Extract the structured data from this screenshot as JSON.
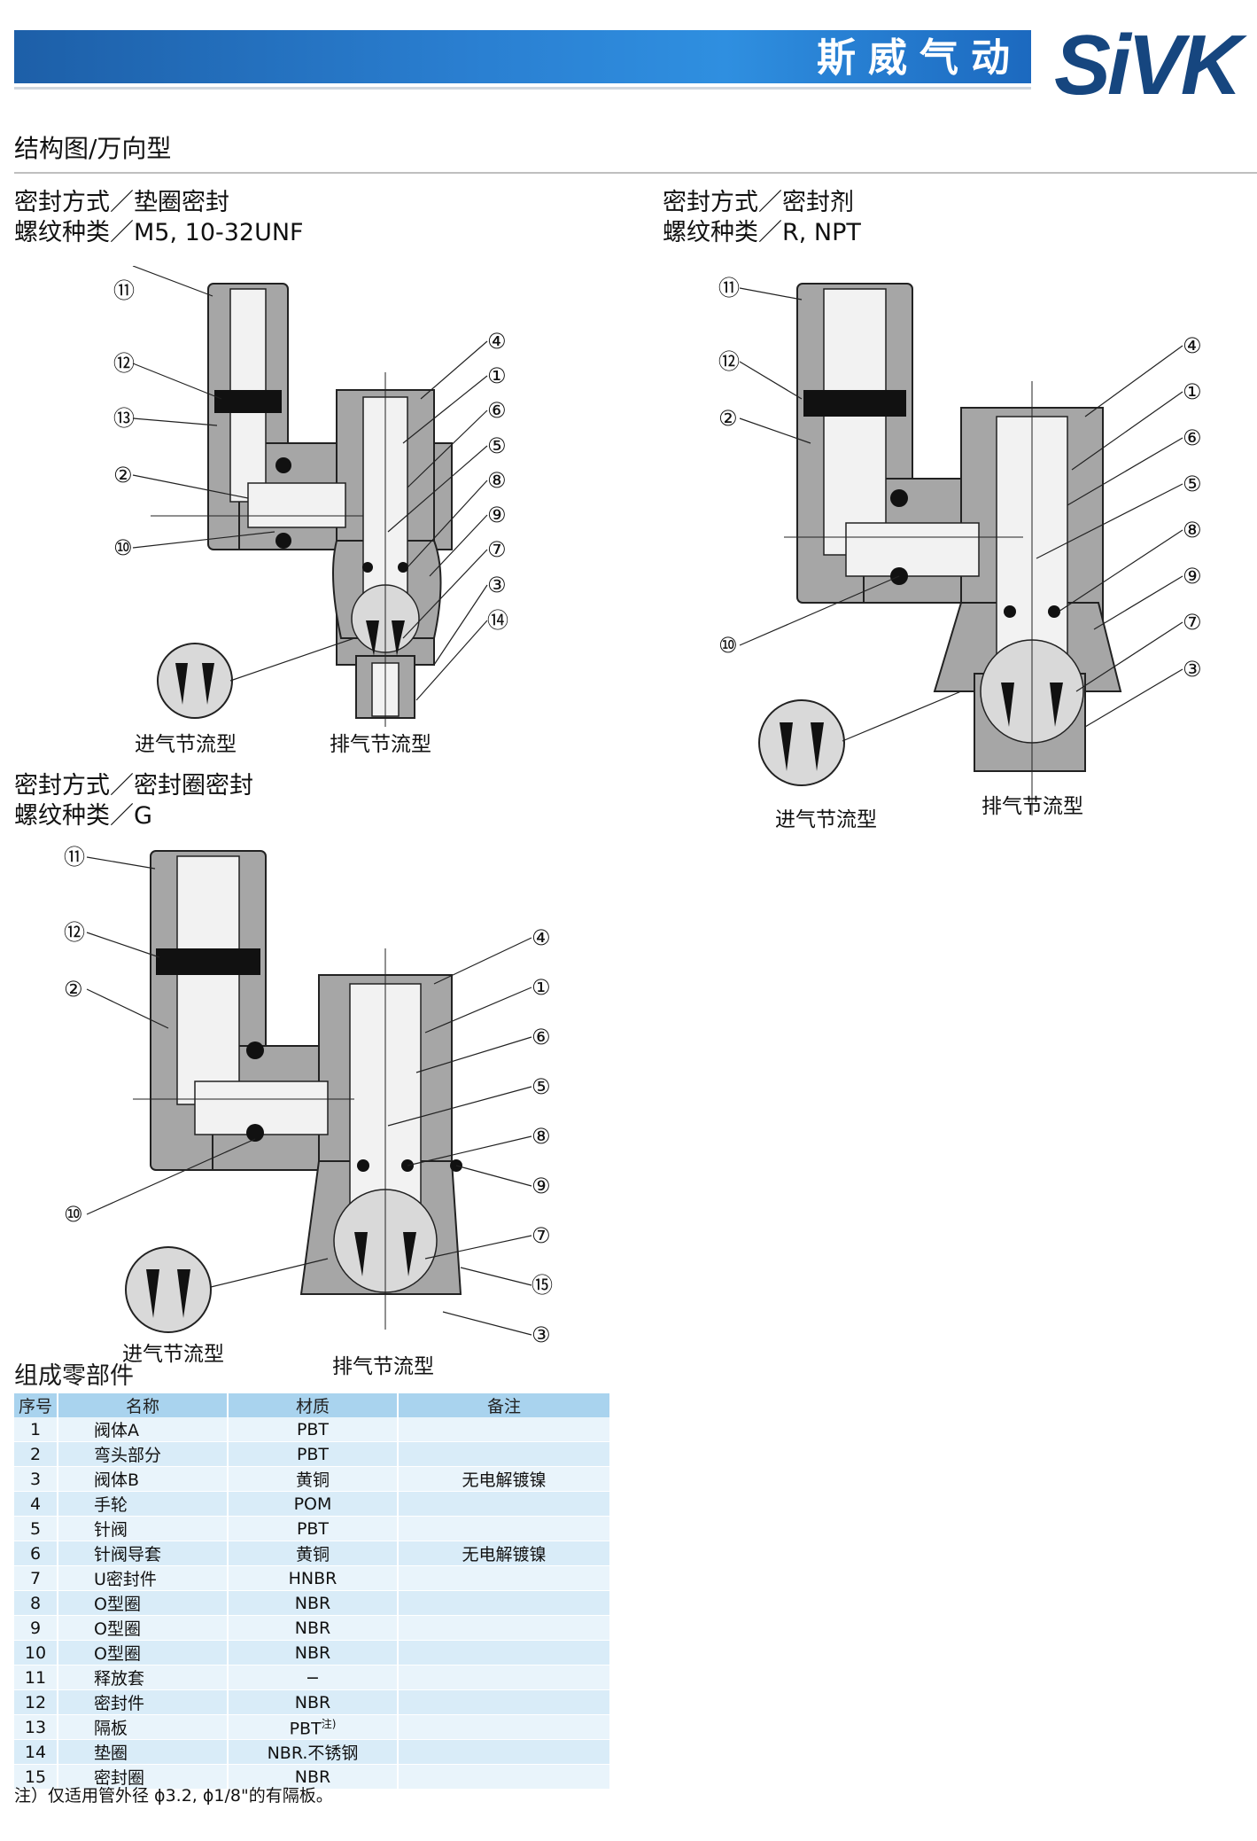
{
  "header": {
    "brand_cn": "斯威气动",
    "logo": "SiVK",
    "brand_color": "#1d5fa8",
    "logo_color": "#16467f"
  },
  "page_title": "结构图/万向型",
  "diagrams": [
    {
      "seal_line": "密封方式／垫圈密封",
      "thread_line": "螺纹种类／M5, 10-32UNF",
      "left_callouts": [
        "⑪",
        "⑫",
        "⑬",
        "②",
        "⑩"
      ],
      "right_callouts": [
        "④",
        "①",
        "⑥",
        "⑤",
        "⑧",
        "⑨",
        "⑦",
        "③",
        "⑭"
      ],
      "caption_in": "进气节流型",
      "caption_out": "排气节流型"
    },
    {
      "seal_line": "密封方式／密封剂",
      "thread_line": "螺纹种类／R, NPT",
      "left_callouts": [
        "⑪",
        "⑫",
        "②",
        "⑩"
      ],
      "right_callouts": [
        "④",
        "①",
        "⑥",
        "⑤",
        "⑧",
        "⑨",
        "⑦",
        "③"
      ],
      "caption_in": "进气节流型",
      "caption_out": "排气节流型"
    },
    {
      "seal_line": "密封方式／密封圈密封",
      "thread_line": "螺纹种类／G",
      "left_callouts": [
        "⑪",
        "⑫",
        "②",
        "⑩"
      ],
      "right_callouts": [
        "④",
        "①",
        "⑥",
        "⑤",
        "⑧",
        "⑨",
        "⑦",
        "⑮",
        "③"
      ],
      "caption_in": "进气节流型",
      "caption_out": "排气节流型"
    }
  ],
  "parts": {
    "title": "组成零部件",
    "headers": [
      "序号",
      "名称",
      "材质",
      "备注"
    ],
    "rows": [
      {
        "no": "1",
        "name": "阀体A",
        "material": "PBT",
        "remark": ""
      },
      {
        "no": "2",
        "name": "弯头部分",
        "material": "PBT",
        "remark": ""
      },
      {
        "no": "3",
        "name": "阀体B",
        "material": "黄铜",
        "remark": "无电解镀镍"
      },
      {
        "no": "4",
        "name": "手轮",
        "material": "POM",
        "remark": ""
      },
      {
        "no": "5",
        "name": "针阀",
        "material": "PBT",
        "remark": ""
      },
      {
        "no": "6",
        "name": "针阀导套",
        "material": "黄铜",
        "remark": "无电解镀镍"
      },
      {
        "no": "7",
        "name": "U密封件",
        "material": "HNBR",
        "remark": ""
      },
      {
        "no": "8",
        "name": "O型圈",
        "material": "NBR",
        "remark": ""
      },
      {
        "no": "9",
        "name": "O型圈",
        "material": "NBR",
        "remark": ""
      },
      {
        "no": "10",
        "name": "O型圈",
        "material": "NBR",
        "remark": ""
      },
      {
        "no": "11",
        "name": "释放套",
        "material": "−",
        "remark": ""
      },
      {
        "no": "12",
        "name": "密封件",
        "material": "NBR",
        "remark": ""
      },
      {
        "no": "13",
        "name": "隔板",
        "material": "PBT",
        "material_note": "注)",
        "remark": ""
      },
      {
        "no": "14",
        "name": "垫圈",
        "material": "NBR.不锈钢",
        "remark": ""
      },
      {
        "no": "15",
        "name": "密封圈",
        "material": "NBR",
        "remark": ""
      }
    ]
  },
  "footnote": "注）仅适用管外径 ϕ3.2, ϕ1/8\"的有隔板。"
}
